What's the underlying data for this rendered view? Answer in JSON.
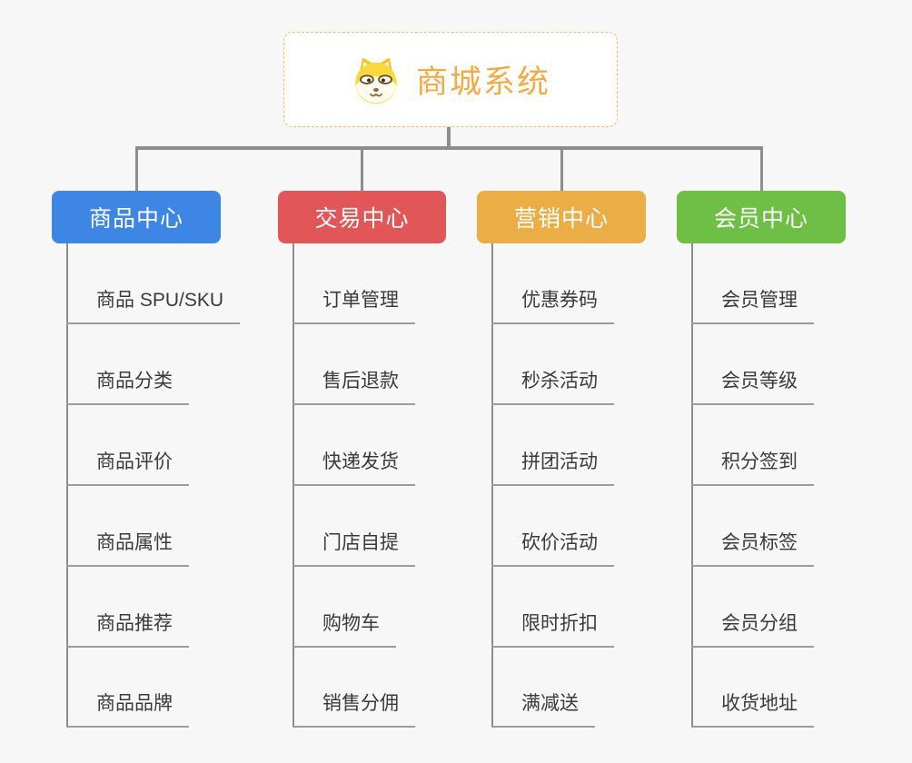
{
  "root": {
    "title": "商城系统",
    "icon": "shiba-dog-icon",
    "title_color": "#F2AB44",
    "border_color": "#EFBE6B"
  },
  "connector_color": "#8D8D8D",
  "background_color": "#F7F7F8",
  "branches": [
    {
      "label": "商品中心",
      "color": "#3E86E3",
      "children": [
        "商品 SPU/SKU",
        "商品分类",
        "商品评价",
        "商品属性",
        "商品推荐",
        "商品品牌"
      ]
    },
    {
      "label": "交易中心",
      "color": "#E15757",
      "children": [
        "订单管理",
        "售后退款",
        "快递发货",
        "门店自提",
        "购物车",
        "销售分佣"
      ]
    },
    {
      "label": "营销中心",
      "color": "#EBAD45",
      "children": [
        "优惠券码",
        "秒杀活动",
        "拼团活动",
        "砍价活动",
        "限时折扣",
        "满减送"
      ]
    },
    {
      "label": "会员中心",
      "color": "#6FBE46",
      "children": [
        "会员管理",
        "会员等级",
        "积分签到",
        "会员标签",
        "会员分组",
        "收货地址"
      ]
    }
  ]
}
